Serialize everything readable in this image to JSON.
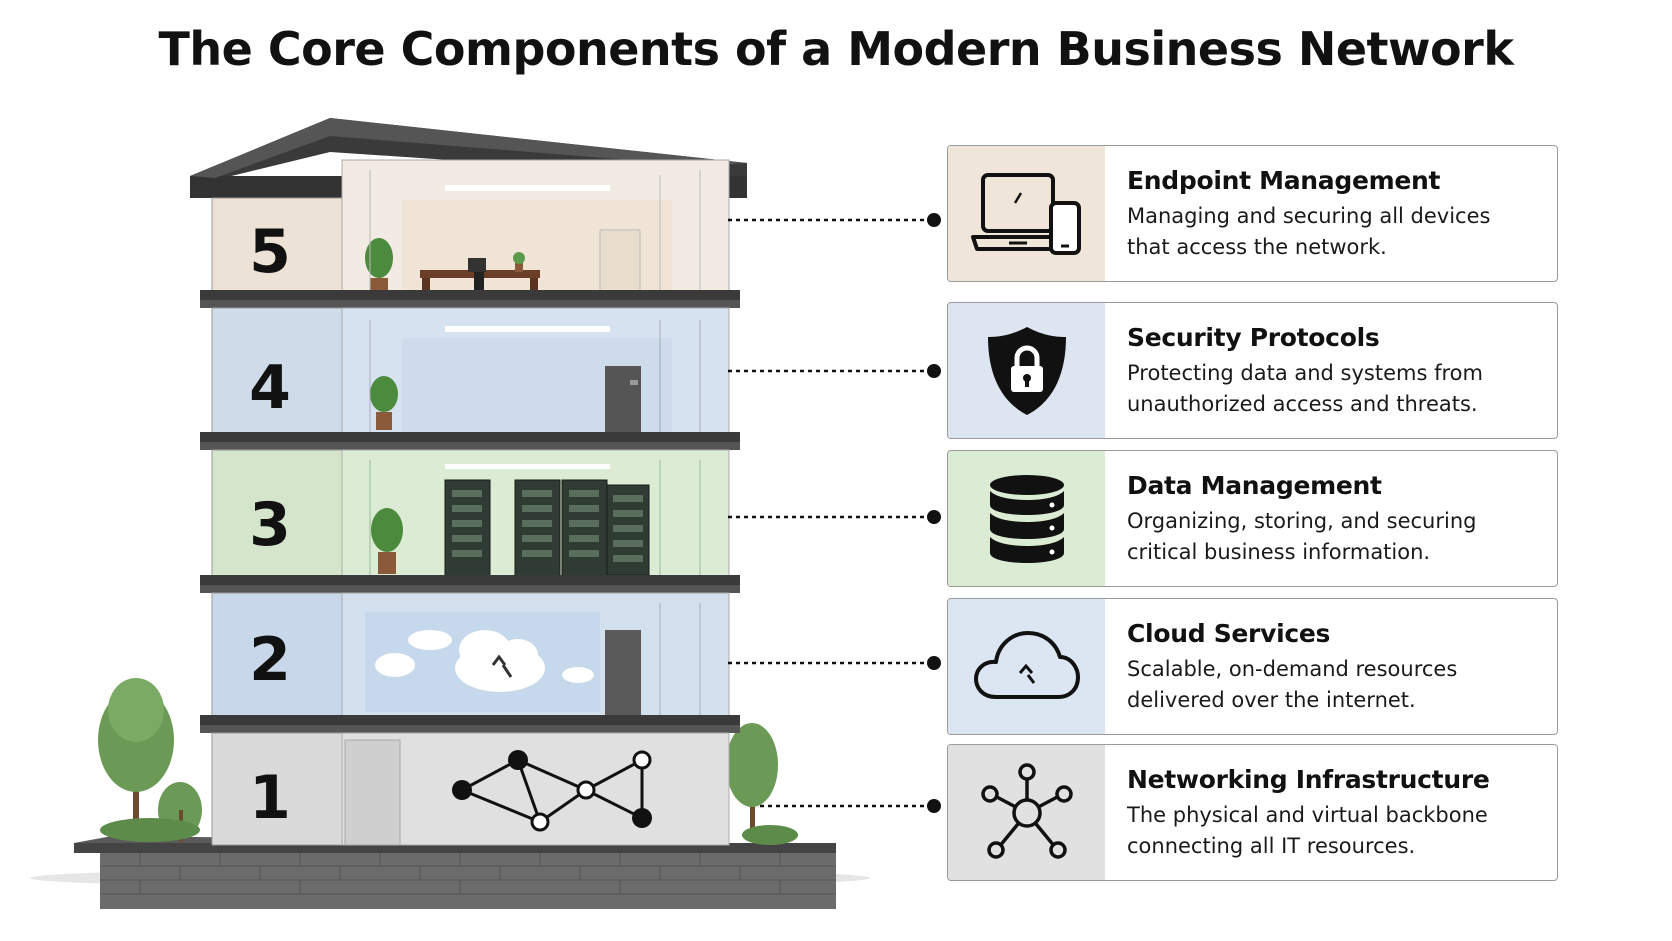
{
  "title": "The Core Components of a Modern Business Network",
  "floors": [
    {
      "number": "5",
      "color": "#ece3d6"
    },
    {
      "number": "4",
      "color": "#cfdbe9"
    },
    {
      "number": "3",
      "color": "#d5e5cc"
    },
    {
      "number": "2",
      "color": "#c8d7e9"
    },
    {
      "number": "1",
      "color": "#dadada"
    }
  ],
  "components": [
    {
      "title": "Endpoint Management",
      "line1": "Managing and securing all devices",
      "line2": "that access the network.",
      "icon": "laptop-phone-icon",
      "color": "#efe5d8"
    },
    {
      "title": "Security Protocols",
      "line1": "Protecting data and systems from",
      "line2": "unauthorized access and threats.",
      "icon": "shield-lock-icon",
      "color": "#dce5f0"
    },
    {
      "title": "Data Management",
      "line1": "Organizing, storing, and securing",
      "line2": "critical business information.",
      "icon": "database-icon",
      "color": "#dcebd3"
    },
    {
      "title": "Cloud Services",
      "line1": "Scalable, on-demand resources",
      "line2": "delivered over the internet.",
      "icon": "cloud-icon",
      "color": "#dce6f2"
    },
    {
      "title": "Networking Infrastructure",
      "line1": "The physical and virtual backbone",
      "line2": "connecting all IT resources.",
      "icon": "network-hub-icon",
      "color": "#e1e1e1"
    }
  ]
}
